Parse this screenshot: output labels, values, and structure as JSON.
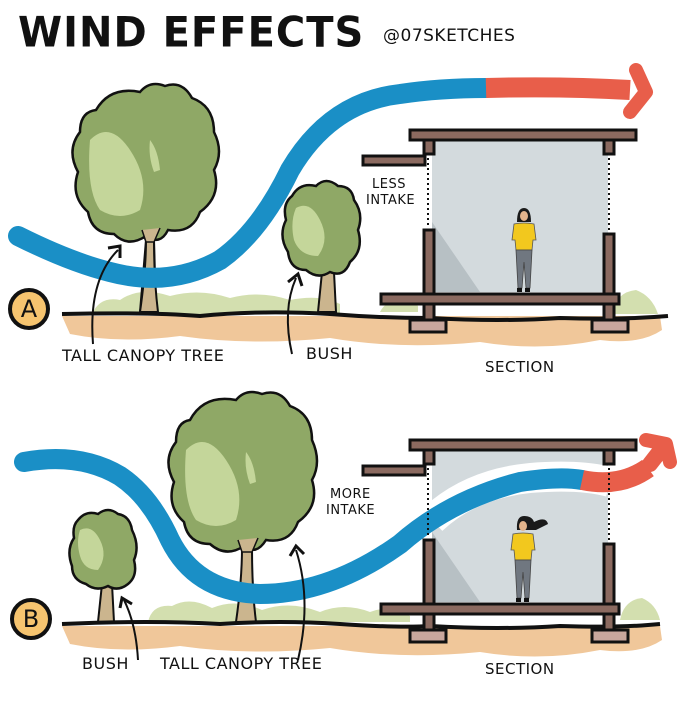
{
  "header": {
    "title": "WIND EFFECTS",
    "handle": "@07SKETCHES"
  },
  "colors": {
    "wind_cool": "#1a8fc6",
    "wind_warm": "#e85e4a",
    "foliage_dark": "#8fa866",
    "foliage_light": "#c4d69a",
    "trunk": "#cbb58e",
    "soil": "#f0c79a",
    "grass": "#d3dfaf",
    "structure": "#8b6a60",
    "interior": "#d3dadd",
    "badge": "#f6c46f",
    "shirt": "#f2c81e",
    "pants": "#707780"
  },
  "panels": [
    {
      "id": "A",
      "badge": "A",
      "labels": {
        "tall_tree": "TALL CANOPY TREE",
        "bush": "BUSH",
        "intake_line1": "LESS",
        "intake_line2": "INTAKE",
        "section": "SECTION"
      },
      "description": "Wind dips under tall canopy tree near ground then rises over building; less intake through building"
    },
    {
      "id": "B",
      "badge": "B",
      "labels": {
        "bush": "BUSH",
        "tall_tree": "TALL CANOPY TREE",
        "intake_line1": "MORE",
        "intake_line2": "INTAKE",
        "section": "SECTION"
      },
      "description": "Wind rises over bush, dips under tall canopy tree and flows through building; more intake"
    }
  ]
}
